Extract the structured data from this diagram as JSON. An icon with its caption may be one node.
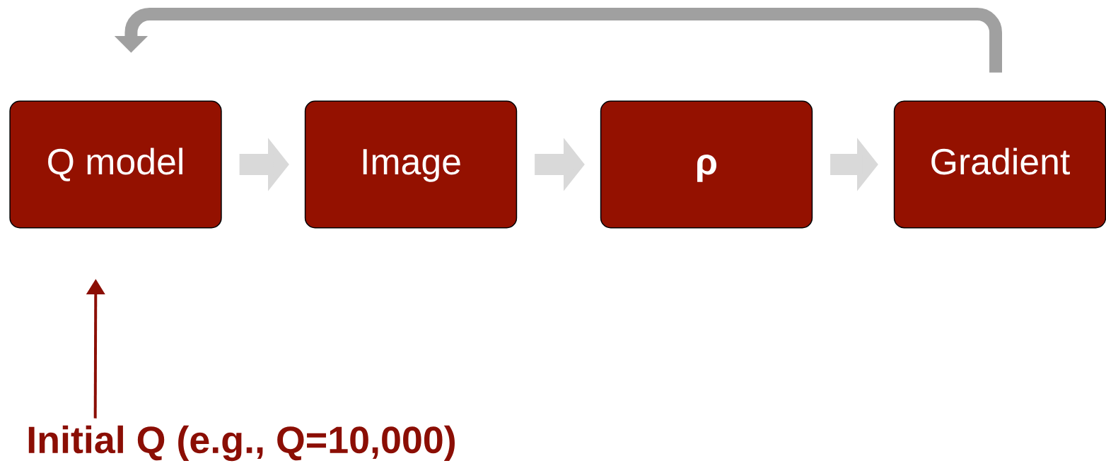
{
  "diagram": {
    "nodes": [
      {
        "text": [
          "Q model"
        ]
      },
      {
        "text": [
          "Image"
        ]
      },
      {
        "text": [
          "ρ"
        ]
      },
      {
        "text": [
          "Gradient"
        ]
      },
      {
        "text": [
          "Initial Q (e.g., Q=10,000)"
        ]
      }
    ],
    "edges": [
      {
        "from": 0,
        "to": 1,
        "arrow": "to"
      },
      {
        "from": 1,
        "to": 2,
        "arrow": "to"
      },
      {
        "from": 2,
        "to": 3,
        "arrow": "to"
      },
      {
        "from": 3,
        "to": 0,
        "arrow": "to",
        "color": "#a0a0a0"
      },
      {
        "from": 4,
        "to": 0,
        "arrow": "to",
        "color": "#8b0e04"
      }
    ]
  }
}
